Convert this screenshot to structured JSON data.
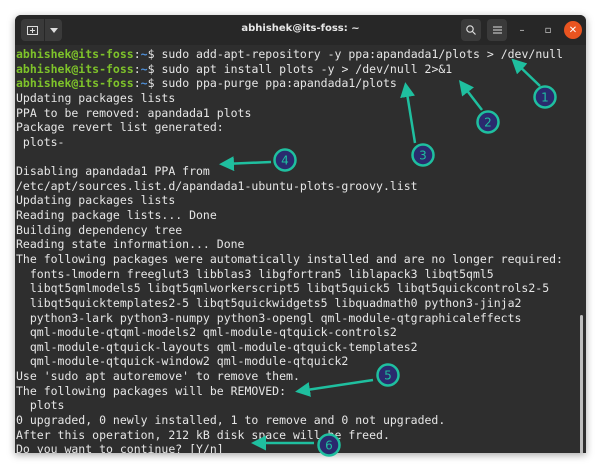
{
  "window": {
    "title": "abhishek@its-foss: ~",
    "new_tab_icon": "new-tab-icon",
    "menu_dropdown_icon": "chevron-down-icon",
    "search_icon": "search-icon",
    "hamburger_icon": "hamburger-menu-icon",
    "minimize_label": "–",
    "maximize_label": "▫",
    "close_label": "✕",
    "close_color": "#e95420"
  },
  "colors": {
    "prompt_user": "#7ec32a",
    "prompt_path": "#4f8fd6",
    "annotation": "#1fbf9f",
    "annotation_fill": "#2a2a6e"
  },
  "terminal": {
    "prompts": [
      {
        "user": "abhishek@its-foss",
        "path": "~",
        "symbol": "$",
        "command": " sudo add-apt-repository -y ppa:apandada1/plots > /dev/null"
      },
      {
        "user": "abhishek@its-foss",
        "path": "~",
        "symbol": "$",
        "command": " sudo apt install plots -y > /dev/null 2>&1"
      },
      {
        "user": "abhishek@its-foss",
        "path": "~",
        "symbol": "$",
        "command": " sudo ppa-purge ppa:apandada1/plots"
      }
    ],
    "output": [
      "Updating packages lists",
      "PPA to be removed: apandada1 plots",
      "Package revert list generated:",
      " plots-",
      "",
      "Disabling apandada1 PPA from",
      "/etc/apt/sources.list.d/apandada1-ubuntu-plots-groovy.list",
      "Updating packages lists",
      "Reading package lists... Done",
      "Building dependency tree",
      "Reading state information... Done",
      "The following packages were automatically installed and are no longer required:",
      "  fonts-lmodern freeglut3 libblas3 libgfortran5 liblapack3 libqt5qml5",
      "  libqt5qmlmodels5 libqt5qmlworkerscript5 libqt5quick5 libqt5quickcontrols2-5",
      "  libqt5quicktemplates2-5 libqt5quickwidgets5 libquadmath0 python3-jinja2",
      "  python3-lark python3-numpy python3-opengl qml-module-qtgraphicaleffects",
      "  qml-module-qtqml-models2 qml-module-qtquick-controls2",
      "  qml-module-qtquick-layouts qml-module-qtquick-templates2",
      "  qml-module-qtquick-window2 qml-module-qtquick2",
      "Use 'sudo apt autoremove' to remove them.",
      "The following packages will be REMOVED:",
      "  plots",
      "0 upgraded, 0 newly installed, 1 to remove and 0 not upgraded.",
      "After this operation, 212 kB disk space will be freed.",
      "Do you want to continue? [Y/n]"
    ]
  },
  "annotations": [
    "1",
    "2",
    "3",
    "4",
    "5",
    "6"
  ]
}
